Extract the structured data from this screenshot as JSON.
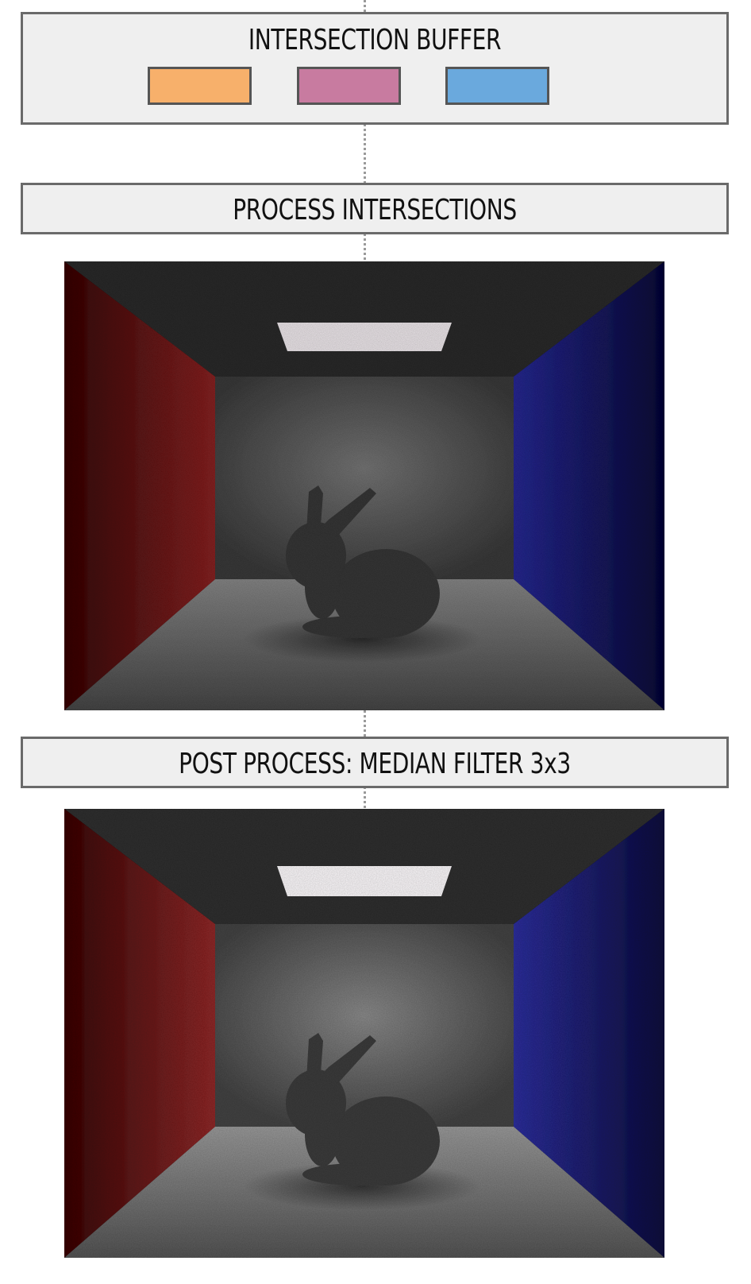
{
  "intersection_buffer": {
    "title": "INTERSECTION BUFFER",
    "slots": [
      {
        "name": "orange-slot",
        "color": "#f7b06b"
      },
      {
        "name": "magenta-slot",
        "color": "#c87ba0"
      },
      {
        "name": "blue-slot",
        "color": "#6aa9dd"
      }
    ]
  },
  "process_intersections": {
    "title": "PROCESS INTERSECTIONS"
  },
  "post_process": {
    "title": "POST PROCESS: MEDIAN FILTER 3x3"
  },
  "colors": {
    "panel_fill": "#efefef",
    "panel_border": "#6a6a6a",
    "connector": "#9a9a9a",
    "left_wall": "#7a1c1c",
    "right_wall": "#1c1f7a",
    "back_wall": "#5a5a5a",
    "floor": "#6a6a6a",
    "ceiling": "#2e2e2e"
  }
}
